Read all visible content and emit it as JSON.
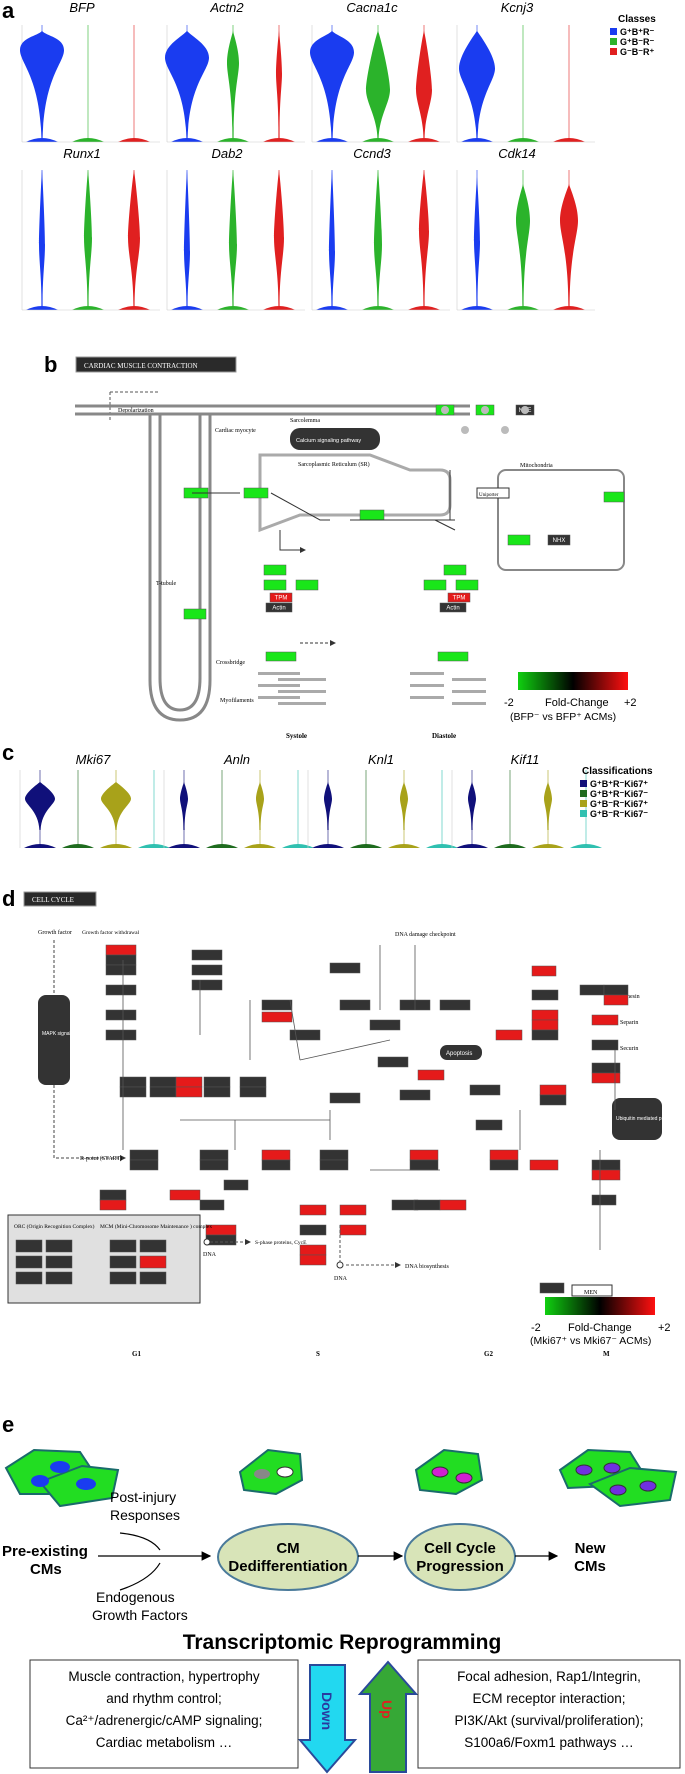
{
  "colors": {
    "blue": "#1a3cf0",
    "green": "#2bb32b",
    "red": "#e02020",
    "navy": "#10107a",
    "darkgreen": "#1e6b1e",
    "olive": "#a8a21a",
    "teal": "#30c0b0",
    "kegg_green": "#19e619",
    "kegg_red": "#e51a1a",
    "kegg_black": "#333333",
    "oval_fill": "#d8e4b8",
    "arrow_down": "#22d8f0",
    "arrow_up": "#36a836"
  },
  "panel_a": {
    "letter": "a",
    "genes": [
      "BFP",
      "Actn2",
      "Cacna1c",
      "Kcnj3",
      "Runx1",
      "Dab2",
      "Ccnd3",
      "Cdk14"
    ],
    "legend_title": "Classes",
    "legend_items": [
      {
        "label": "G⁺B⁺R⁻",
        "color": "#1a3cf0"
      },
      {
        "label": "G⁺B⁻R⁻",
        "color": "#2bb32b"
      },
      {
        "label": "G⁻B⁻R⁺",
        "color": "#e02020"
      }
    ]
  },
  "panel_b": {
    "letter": "b",
    "pathway_title": "CARDIAC MUSCLE CONTRACTION",
    "labels": {
      "depolarization": "Depolarization",
      "sarcolemma": "Sarcolemma",
      "cardiac_myocyte": "Cardiac myocyte",
      "calcium_pathway": "Calcium signaling pathway",
      "sr": "Sarcoplasmic Reticulum (SR)",
      "mitochondria": "Mitochondria",
      "t_tubule": "T-tubule",
      "crossbridge": "Crossbridge",
      "myofilaments": "Myofilaments",
      "systole": "Systole",
      "diastole": "Diastole",
      "uniporter": "Uniporter",
      "actin": "Actin",
      "tpm": "TPM",
      "nhx": "NHX",
      "nhe": "NHE"
    },
    "scale": {
      "min": "-2",
      "max": "+2",
      "title": "Fold-Change",
      "sub": "(BFP⁻ vs BFP⁺ ACMs)"
    }
  },
  "panel_c": {
    "letter": "c",
    "genes": [
      "Mki67",
      "Anln",
      "Knl1",
      "Kif11"
    ],
    "legend_title": "Classifications",
    "legend_items": [
      {
        "label": "G⁺B⁺R⁻Ki67⁺",
        "color": "#10107a"
      },
      {
        "label": "G⁺B⁺R⁻Ki67⁻",
        "color": "#1e6b1e"
      },
      {
        "label": "G⁺B⁻R⁻Ki67⁺",
        "color": "#a8a21a"
      },
      {
        "label": "G⁺B⁻R⁻Ki67⁻",
        "color": "#30c0b0"
      }
    ]
  },
  "panel_d": {
    "letter": "d",
    "pathway_title": "CELL CYCLE",
    "phases": [
      "G1",
      "S",
      "G2",
      "M"
    ],
    "labels": {
      "growth_factor": "Growth factor",
      "growth_factor_withdrawal": "Growth factor withdrawal",
      "mapk": "MAPK signaling pathway",
      "dna_damage": "DNA damage checkpoint",
      "apoptosis": "Apoptosis",
      "ubiquitin": "Ubiquitin mediated proteolysis",
      "cohesin": "Cohesin",
      "separin": "Separin",
      "securin": "Securin",
      "rpoint": "R-point (START)",
      "sphase": "S-phase proteins, CycE",
      "dna_biosynthesis": "DNA biosynthesis",
      "dna": "DNA",
      "orc_title": "ORC (Origin Recognition Complex)",
      "mcm_title": "MCM (Mini-Chromosome Maintenance ) complex",
      "men": "MEN"
    },
    "scale": {
      "min": "-2",
      "max": "+2",
      "title": "Fold-Change",
      "sub": "(Mki67⁺ vs Mki67⁻ ACMs)"
    }
  },
  "panel_e": {
    "letter": "e",
    "post_injury": "Post-injury Responses",
    "pre_existing": "Pre-existing CMs",
    "endogenous": "Endogenous Growth Factors",
    "dedifferentiation": "CM Dedifferentiation",
    "cell_cycle": "Cell Cycle Progression",
    "new_cms": "New CMs",
    "title": "Transcriptomic Reprogramming",
    "down": "Down",
    "up": "Up",
    "down_box": [
      "Muscle contraction, hypertrophy",
      "and rhythm control;",
      "Ca²⁺/adrenergic/cAMP signaling;",
      "Cardiac metabolism …"
    ],
    "up_box": [
      "Focal adhesion, Rap1/Integrin,",
      "ECM receptor interaction;",
      "PI3K/Akt (survival/proliferation);",
      "S100a6/Foxm1 pathways …"
    ]
  }
}
